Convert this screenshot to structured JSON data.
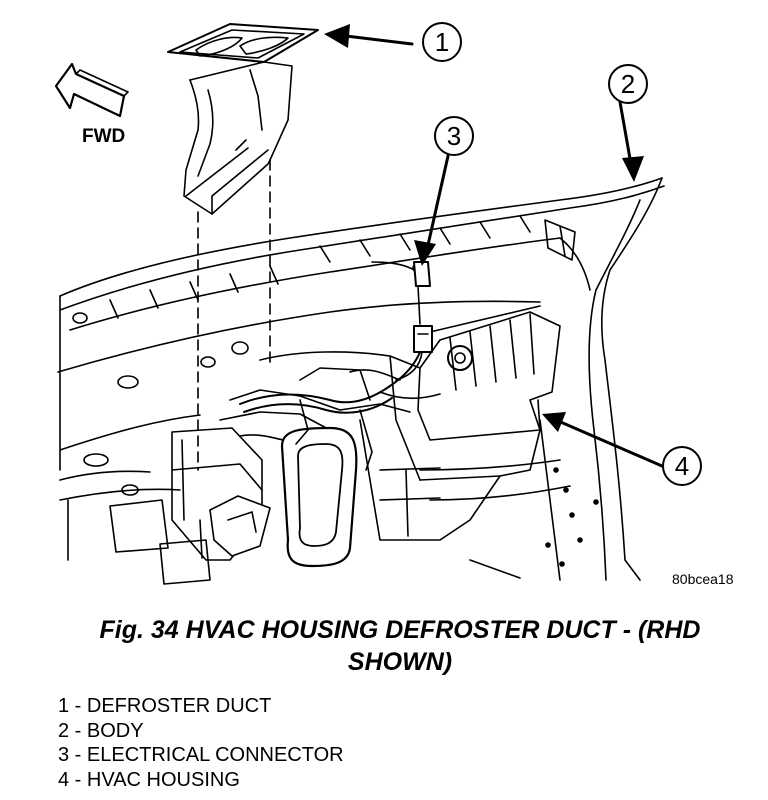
{
  "figure": {
    "direction_label": "FWD",
    "figure_code": "80bcea18",
    "callouts": [
      {
        "number": "1"
      },
      {
        "number": "2"
      },
      {
        "number": "3"
      },
      {
        "number": "4"
      }
    ]
  },
  "caption": {
    "line1": "Fig. 34 HVAC HOUSING DEFROSTER DUCT - (RHD",
    "line2": "SHOWN)"
  },
  "legend": [
    {
      "text": "1 - DEFROSTER DUCT"
    },
    {
      "text": "2 - BODY"
    },
    {
      "text": "3 - ELECTRICAL CONNECTOR"
    },
    {
      "text": "4 - HVAC HOUSING"
    }
  ]
}
